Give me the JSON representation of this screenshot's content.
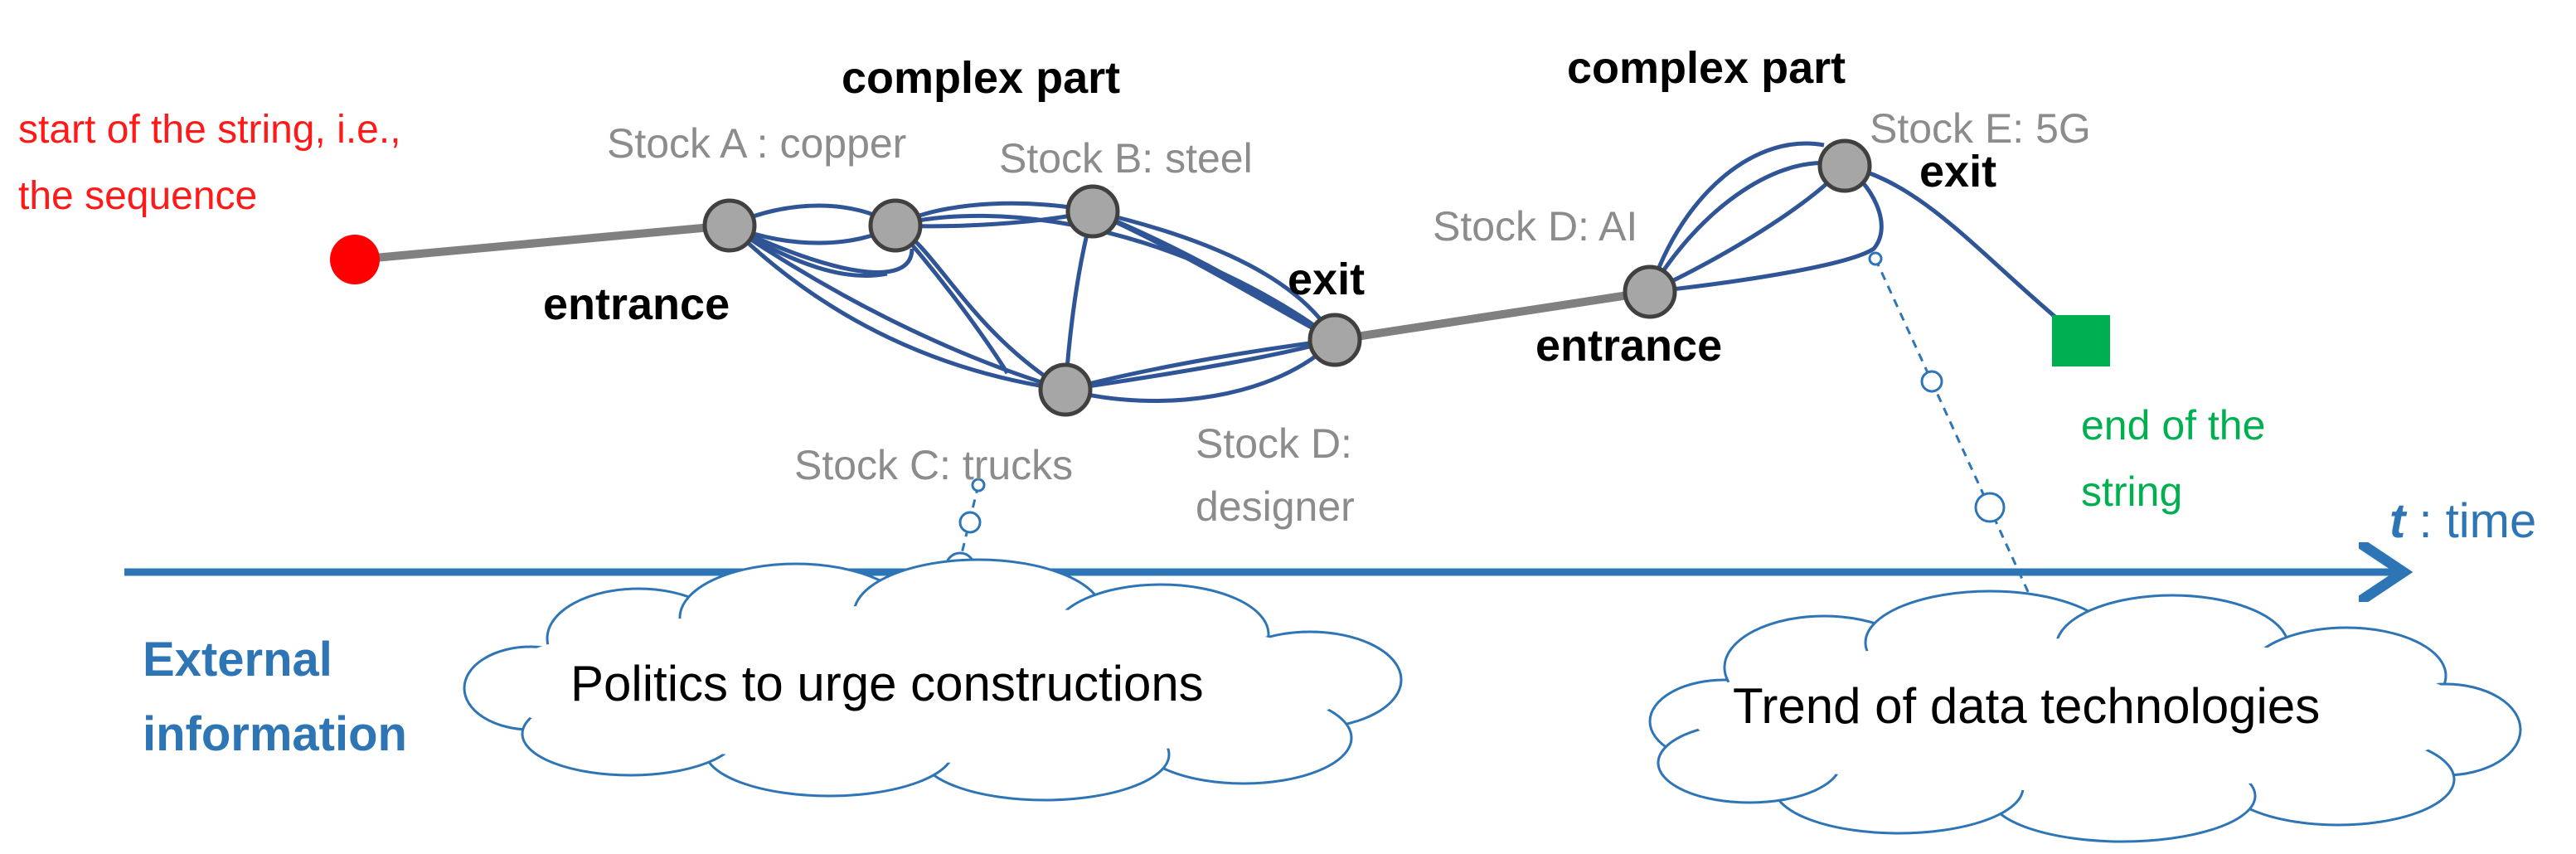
{
  "start_label": [
    "start of the string, i.e.,",
    "the sequence"
  ],
  "end_label": [
    "end of the",
    "string"
  ],
  "complex_part_1": "complex part",
  "complex_part_2": "complex part",
  "entrance_1": "entrance",
  "entrance_2": "entrance",
  "exit_1": "exit",
  "exit_2": "exit",
  "stock_a": "Stock A : copper",
  "stock_b": "Stock B: steel",
  "stock_c": "Stock C: trucks",
  "stock_d_designer": [
    "Stock D:",
    "designer"
  ],
  "stock_d_ai": "Stock D: AI",
  "stock_e": "Stock E: 5G",
  "time_axis": {
    "t": "t",
    "rest": " : time"
  },
  "external_information": [
    "External",
    "information"
  ],
  "cloud_politics": "Politics to urge constructions",
  "cloud_trend": "Trend of data technologies",
  "colors": {
    "start_marker": "#ff0000",
    "end_marker": "#00b050",
    "edges": "#2f5597",
    "nodes": "#a6a6a6",
    "time_axis": "#2e75b6"
  }
}
